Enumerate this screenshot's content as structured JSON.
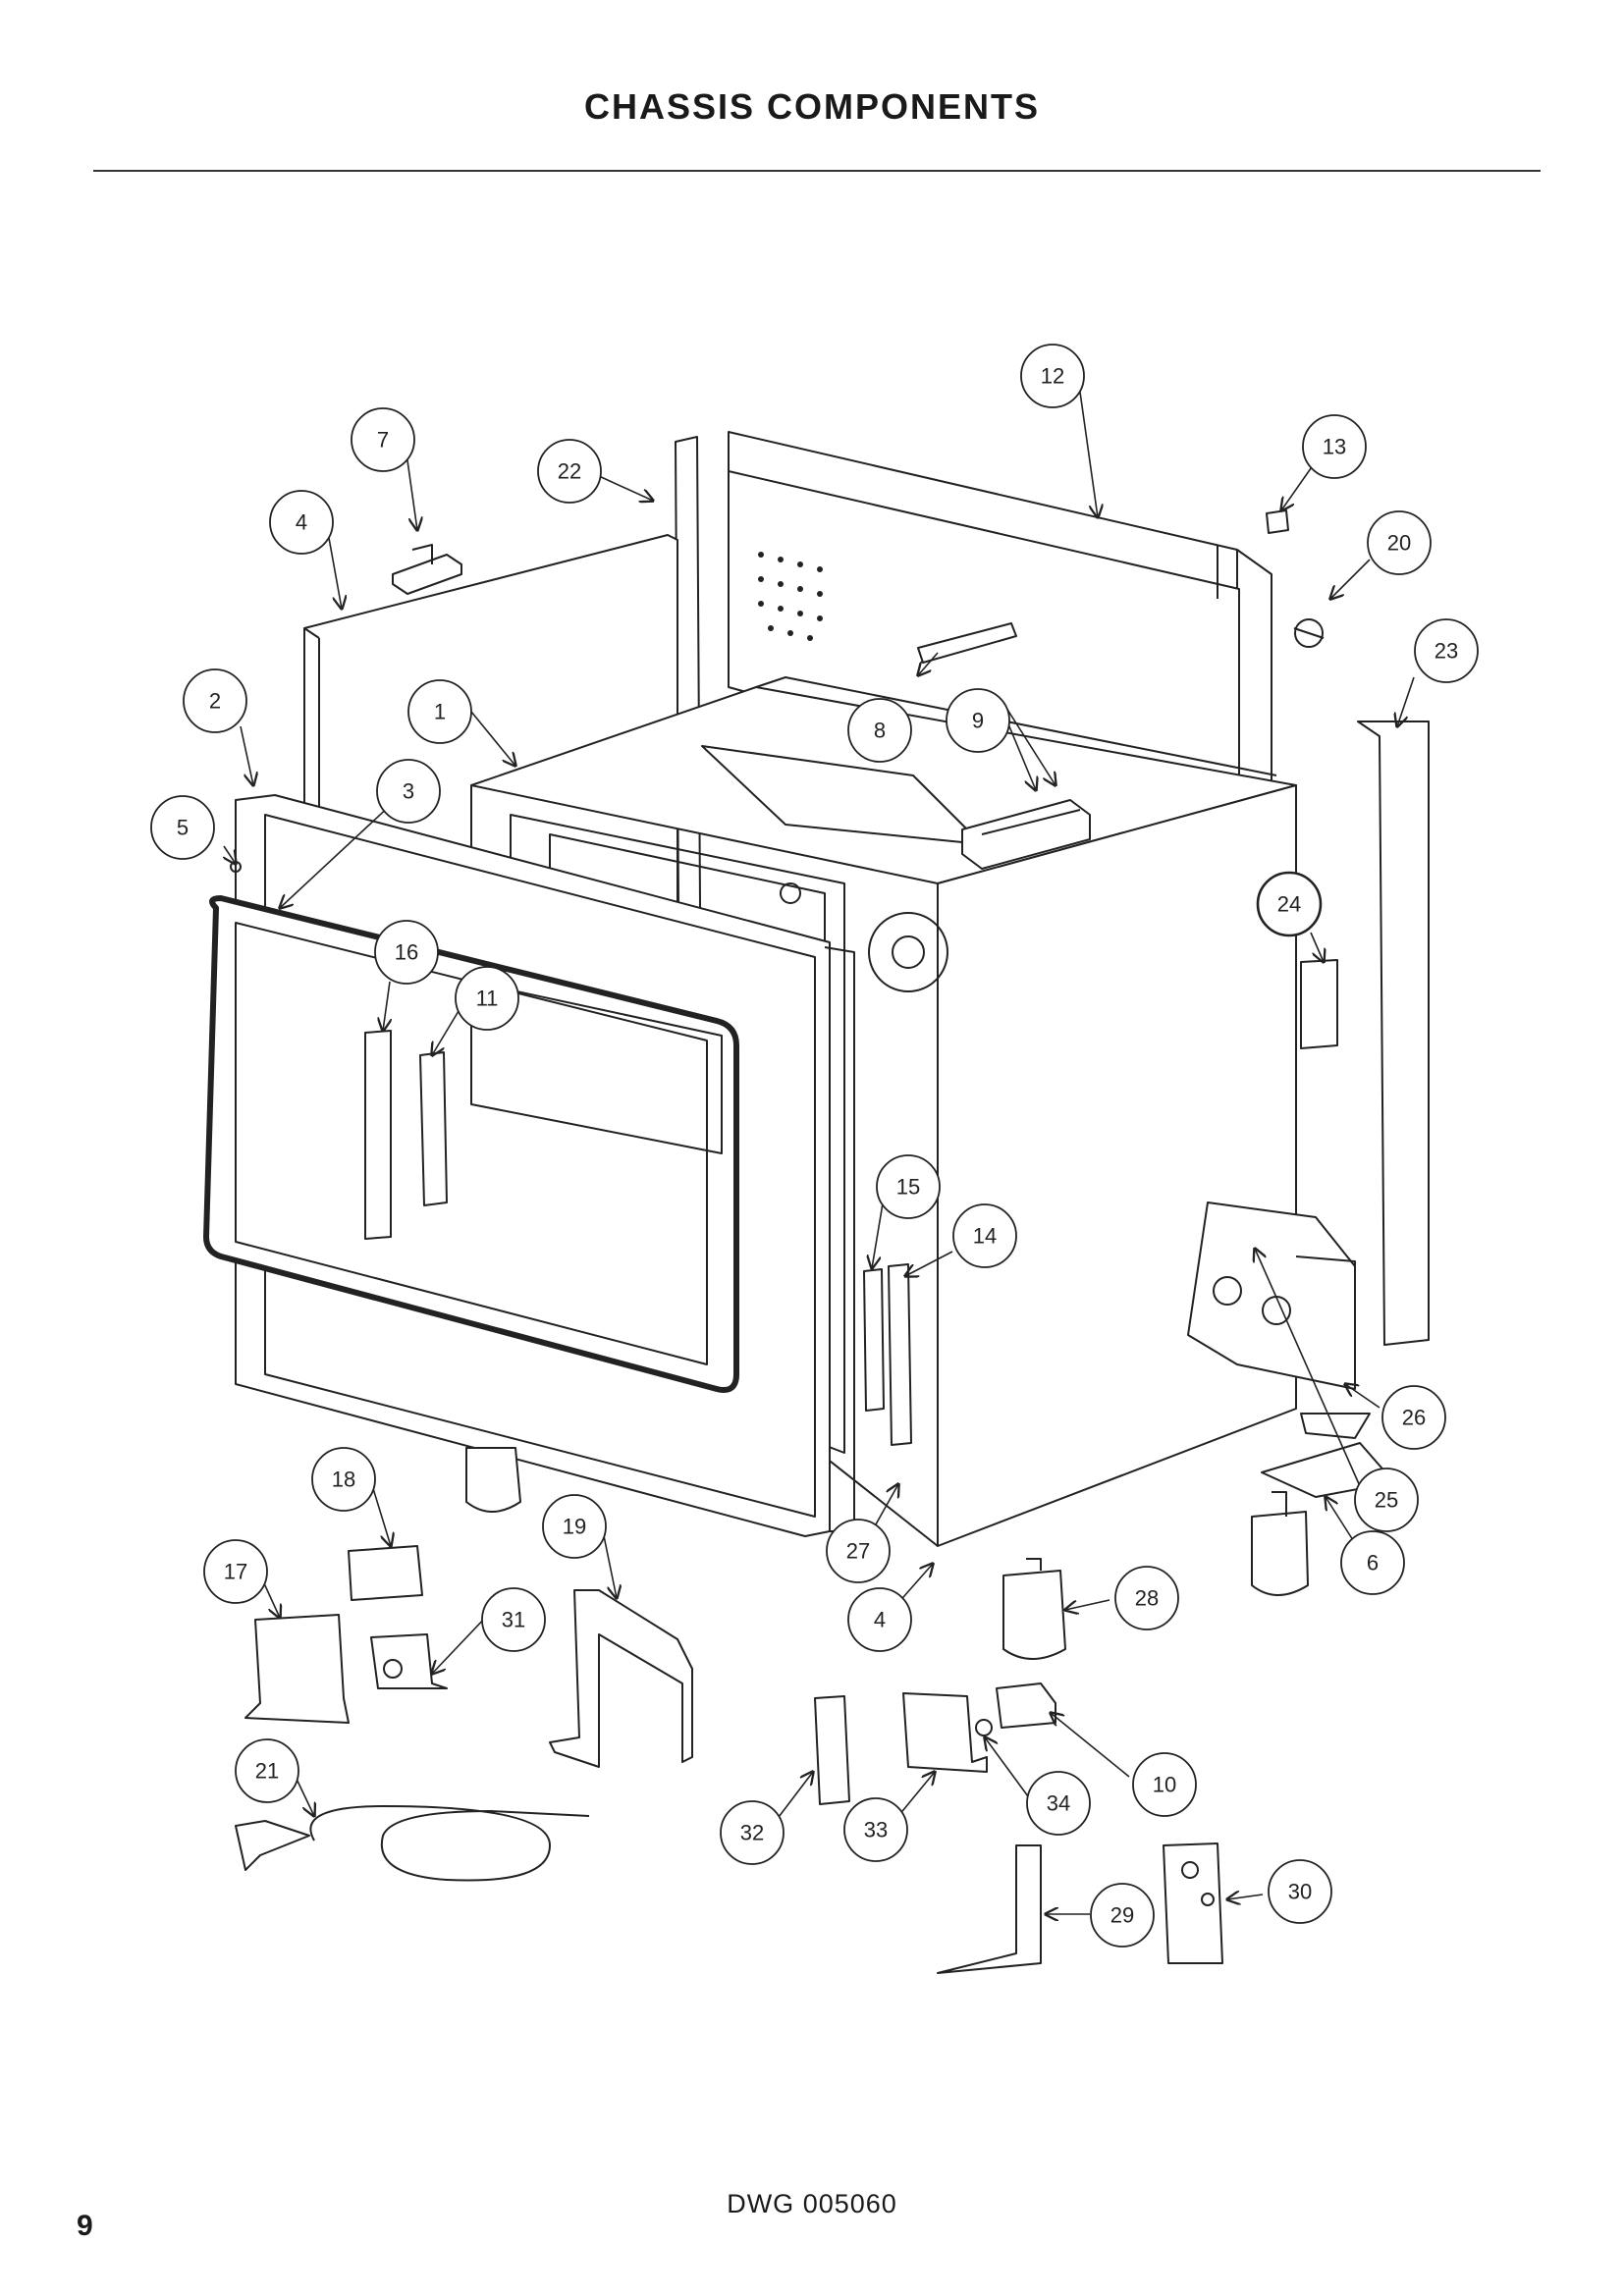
{
  "header": {
    "title": "CHASSIS COMPONENTS"
  },
  "footer": {
    "drawing_number": "DWG 005060",
    "page_number": "9"
  },
  "callouts": [
    "1",
    "2",
    "3",
    "4",
    "5",
    "6",
    "7",
    "8",
    "9",
    "10",
    "11",
    "12",
    "13",
    "14",
    "15",
    "16",
    "17",
    "18",
    "19",
    "20",
    "21",
    "22",
    "23",
    "24",
    "25",
    "26",
    "27",
    "28",
    "29",
    "30",
    "31",
    "32",
    "33",
    "34"
  ]
}
